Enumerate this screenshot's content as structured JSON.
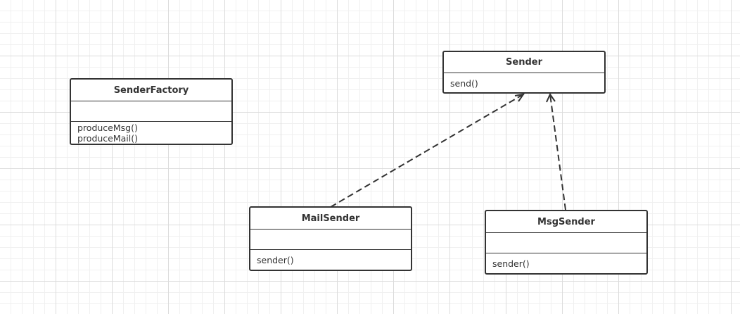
{
  "classes": {
    "sender_factory": {
      "name": "SenderFactory",
      "operations": [
        "produceMsg()",
        "produceMail()"
      ]
    },
    "sender": {
      "name": "Sender",
      "operations": [
        "send()"
      ]
    },
    "mail_sender": {
      "name": "MailSender",
      "operations": [
        "sender()"
      ]
    },
    "msg_sender": {
      "name": "MsgSender",
      "operations": [
        "sender()"
      ]
    }
  },
  "relations": [
    {
      "type": "realization",
      "from": "MailSender",
      "to": "Sender"
    },
    {
      "type": "realization",
      "from": "MsgSender",
      "to": "Sender"
    }
  ],
  "colors": {
    "line": "#333333",
    "grid_major": "#dcdcdc",
    "grid_minor": "#f0f0f0"
  }
}
